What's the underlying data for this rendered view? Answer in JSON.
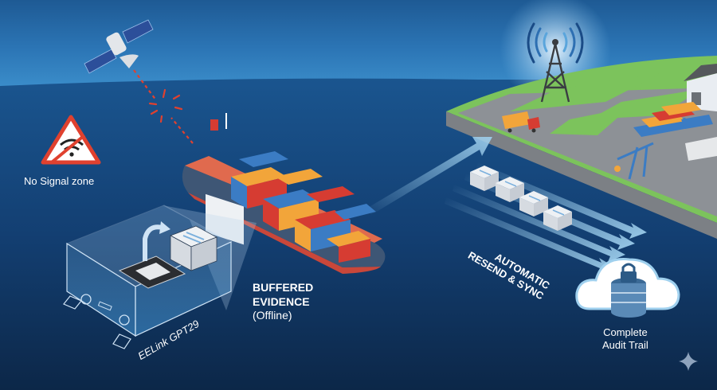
{
  "scene": {
    "title": "Buffered evidence with automatic resend",
    "colors": {
      "sky_top": "#1e5a94",
      "sea": "#123e6e",
      "sea_dark": "#0d2a4f",
      "land": "#9a9ea3",
      "grass": "#7cc35c",
      "alert_red": "#e0412f",
      "arrow_light": "#9fd0ee"
    }
  },
  "labels": {
    "no_signal": "No Signal zone",
    "buffered_line1": "BUFFERED",
    "buffered_line2": "EVIDENCE",
    "offline": "(Offline)",
    "device_name": "EELink GPT29",
    "resend_line1": "AUTOMATIC",
    "resend_line2": "RESEND & SYNC",
    "audit_line1": "Complete",
    "audit_line2": "Audit Trail"
  },
  "icons": [
    "satellite-icon",
    "signal-lost-icon",
    "no-wifi-warning-icon",
    "cell-tower-icon",
    "container-ship-icon",
    "tracker-device-icon",
    "chip-icon",
    "data-stack-icon",
    "cloud-database-icon",
    "lock-icon",
    "sparkle-icon"
  ]
}
